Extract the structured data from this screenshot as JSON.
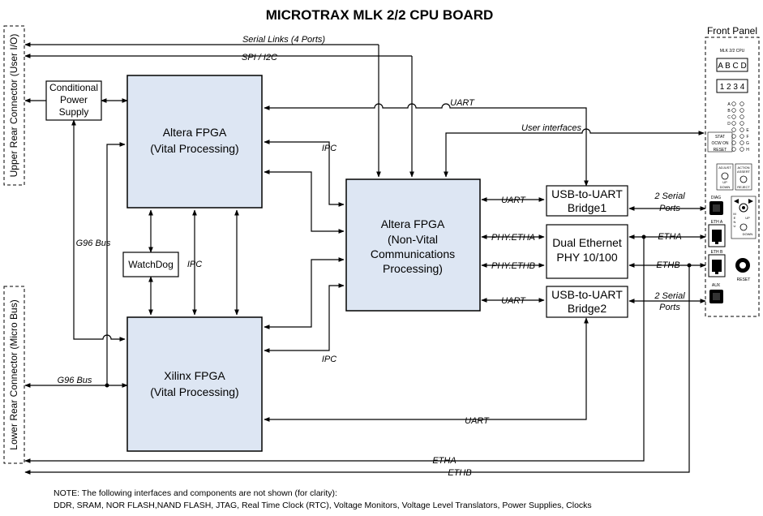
{
  "title": "MICROTRAX MLK 2/2 CPU BOARD",
  "connectors": {
    "upper": "Upper Rear Connector (User I/O)",
    "lower": "Lower Rear Connector (Micro Bus)"
  },
  "blocks": {
    "power": [
      "Conditional",
      "Power",
      "Supply"
    ],
    "altera_vital": [
      "Altera FPGA",
      "(Vital Processing)"
    ],
    "xilinx_vital": [
      "Xilinx FPGA",
      "(Vital Processing)"
    ],
    "watchdog": "WatchDog",
    "altera_nonvital": [
      "Altera FPGA",
      "(Non-Vital",
      "Communications",
      "Processing)"
    ],
    "usb_uart1": [
      "USB-to-UART",
      "Bridge1"
    ],
    "dual_eth": [
      "Dual Ethernet",
      "PHY 10/100"
    ],
    "usb_uart2": [
      "USB-to-UART",
      "Bridge2"
    ]
  },
  "signals": {
    "serial_links": "Serial Links (4 Ports)",
    "spi_i2c": "SPI / I2C",
    "uart_top": "UART",
    "user_interfaces": "User interfaces",
    "ipc_top": "IPC",
    "ipc_mid": "IPC",
    "ipc_bottom": "IPC",
    "g96_bus_upper": "G96 Bus",
    "g96_bus_lower": "G96 Bus",
    "uart_bridge1": "UART",
    "phy_etha": "PHY.ETHA",
    "phy_ethb": "PHY.ETHB",
    "uart_bridge2": "UART",
    "uart_bottom": "UART",
    "serial_ports1": [
      "2 Serial",
      "Ports"
    ],
    "serial_ports2": [
      "2 Serial",
      "Ports"
    ],
    "etha_right": "ETHA",
    "ethb_right": "ETHB",
    "etha_bottom": "ETHA",
    "ethb_bottom": "ETHB"
  },
  "front_panel": {
    "title": "Front Panel",
    "board_label": "MLK 2/2 CPU",
    "display_letters": "A B C D",
    "display_numbers": "1 2 3 4",
    "led_letters": [
      "A",
      "B",
      "C",
      "D",
      "E",
      "F",
      "G",
      "H"
    ],
    "status_labels": [
      "STAT",
      "OCW ON",
      "RESET"
    ],
    "buttons": [
      [
        "ADJUST",
        "UP",
        "DOWN"
      ],
      [
        "ACTION",
        "ASSERT",
        "REJECT"
      ]
    ],
    "knob_labels": [
      "M",
      "E",
      "N",
      "U"
    ],
    "knob_dir": [
      "UP",
      "DOWN"
    ],
    "ports": [
      "DIAG",
      "ETH A",
      "ETH B",
      "AUX"
    ],
    "reset_label": "RESET"
  },
  "note": [
    "NOTE: The following interfaces and components are not shown (for clarity):",
    "DDR, SRAM, NOR FLASH,NAND FLASH, JTAG, Real Time Clock (RTC), Voltage Monitors, Voltage Level Translators, Power Supplies, Clocks"
  ]
}
